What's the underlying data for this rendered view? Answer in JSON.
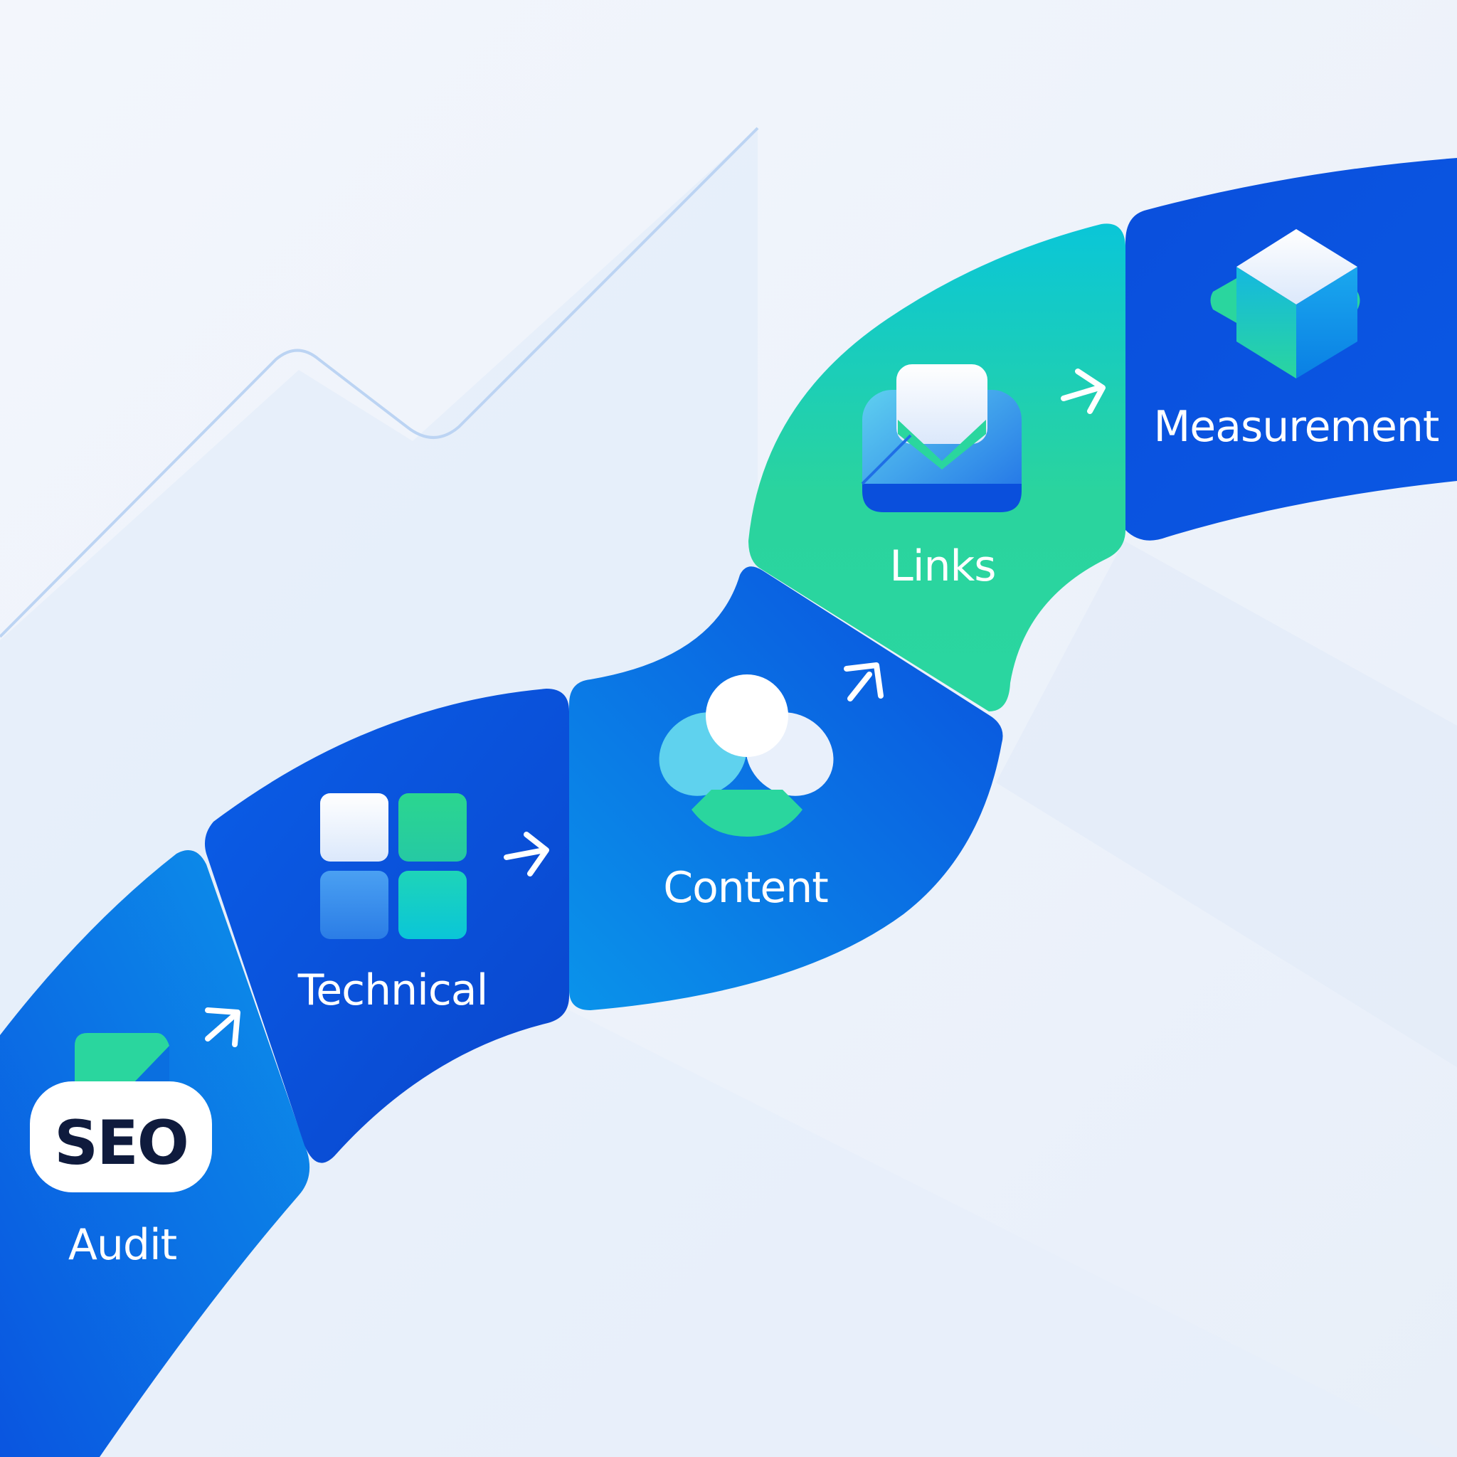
{
  "steps": [
    {
      "label": "Audit",
      "icon": "seo-badge-icon",
      "badge_text": "SEO"
    },
    {
      "label": "Technical",
      "icon": "grid-icon"
    },
    {
      "label": "Content",
      "icon": "people-icon"
    },
    {
      "label": "Links",
      "icon": "envelope-icon"
    },
    {
      "label": "Measurement",
      "icon": "cube-icon"
    }
  ],
  "colors": {
    "background": "#eef3fb",
    "blue": "#0a5ce6",
    "light_blue": "#0a8fe6",
    "green": "#2ad6a0",
    "teal": "#0ac8d6",
    "navy": "#0f1b3d"
  }
}
